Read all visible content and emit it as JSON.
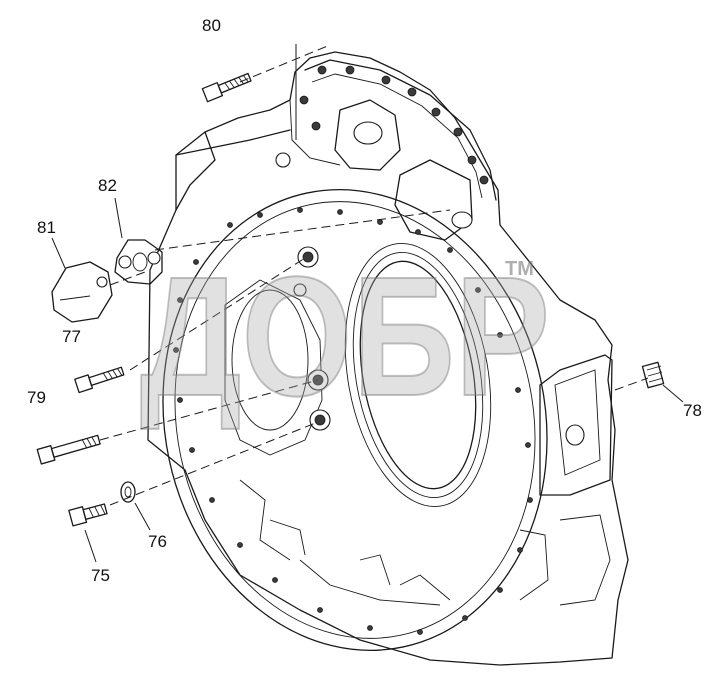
{
  "diagram": {
    "callouts": [
      {
        "id": "80",
        "label": "80"
      },
      {
        "id": "82",
        "label": "82"
      },
      {
        "id": "81",
        "label": "81"
      },
      {
        "id": "77",
        "label": "77"
      },
      {
        "id": "79",
        "label": "79"
      },
      {
        "id": "78",
        "label": "78"
      },
      {
        "id": "76",
        "label": "76"
      },
      {
        "id": "75",
        "label": "75"
      }
    ],
    "watermark": {
      "text": "ДОБР",
      "trademark": "TM"
    }
  }
}
